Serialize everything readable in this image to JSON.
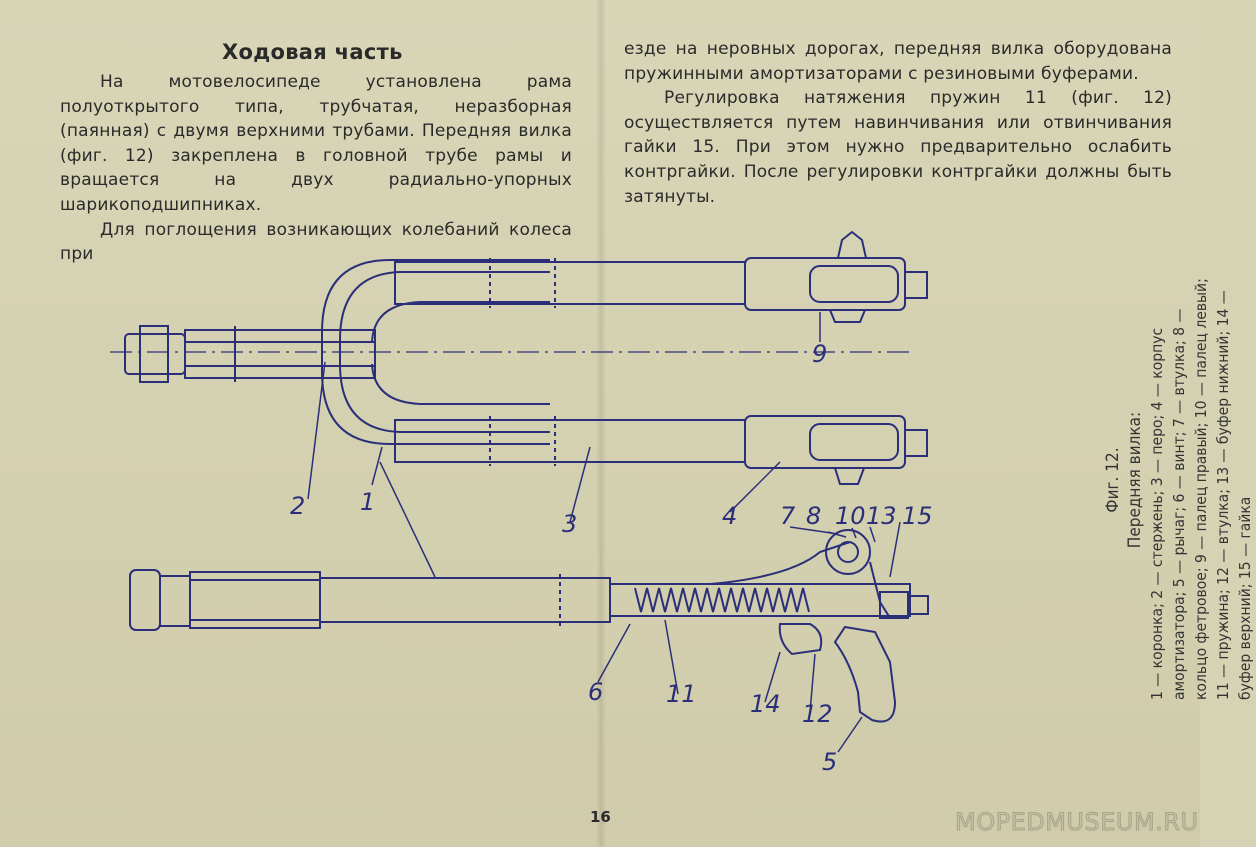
{
  "heading": "Ходовая часть",
  "left_column": [
    "На мотовелосипеде установлена рама полуоткрытого типа, трубчатая, неразборная (паянная) с двумя верхними трубами. Передняя вилка (фиг. 12) закреплена в головной трубе рамы и вращается на двух радиально-упорных шарикоподшипниках.",
    "Для поглощения возникающих колебаний колеса при"
  ],
  "right_column": [
    "езде на неровных дорогах, передняя вилка оборудована пружинными амортизаторами с резиновыми буферами.",
    "Регулировка натяжения пружин 11 (фиг. 12) осуществляется путем навинчивания или отвинчивания гайки 15. При этом нужно предварительно ослабить контргайки. После регулировки контргайки должны быть затянуты."
  ],
  "figure": {
    "caption_title": "Фиг. 12.",
    "caption_subtitle": "Передняя вилка:",
    "caption_text": "1 — коронка; 2 — стержень; 3 — перо; 4 — корпус амортизатора; 5 — рычаг; 6 — винт; 7 — втулка; 8 — кольцо фетровое; 9 — палец правый; 10 — палец левый; 11 — пружина; 12 — втулка; 13 — буфер нижний; 14 — буфер верхний; 15 — гайка",
    "callouts": [
      "1",
      "2",
      "3",
      "4",
      "5",
      "6",
      "7",
      "8",
      "9",
      "10",
      "11",
      "12",
      "13",
      "14",
      "15"
    ]
  },
  "page_number": "16",
  "watermark": "MOPEDMUSEUM.RU",
  "colors": {
    "paper": "#d6d3b4",
    "ink_text": "#2a2a2a",
    "ink_drawing": "#2b2f7a"
  }
}
